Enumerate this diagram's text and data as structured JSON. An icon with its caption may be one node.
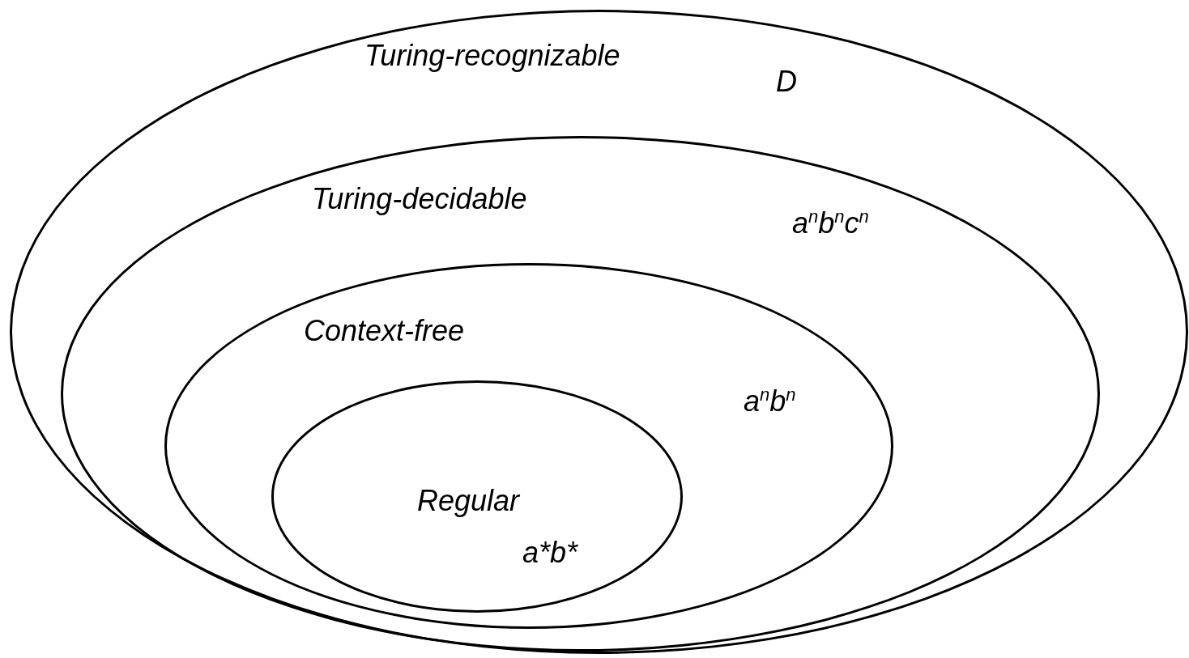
{
  "diagram": {
    "nodes": [
      {
        "text": [
          "Turing-recognizable",
          "D"
        ]
      },
      {
        "text": [
          "Turing-decidable",
          "a$^{n}$b$^{n}$c$^{n}$"
        ],
        "in": 0
      },
      {
        "text": [
          "Context-free",
          "a$^{n}$b$^{n}$"
        ],
        "in": 1
      },
      {
        "text": [
          "Regular",
          "a*b*"
        ],
        "in": 2
      }
    ]
  }
}
